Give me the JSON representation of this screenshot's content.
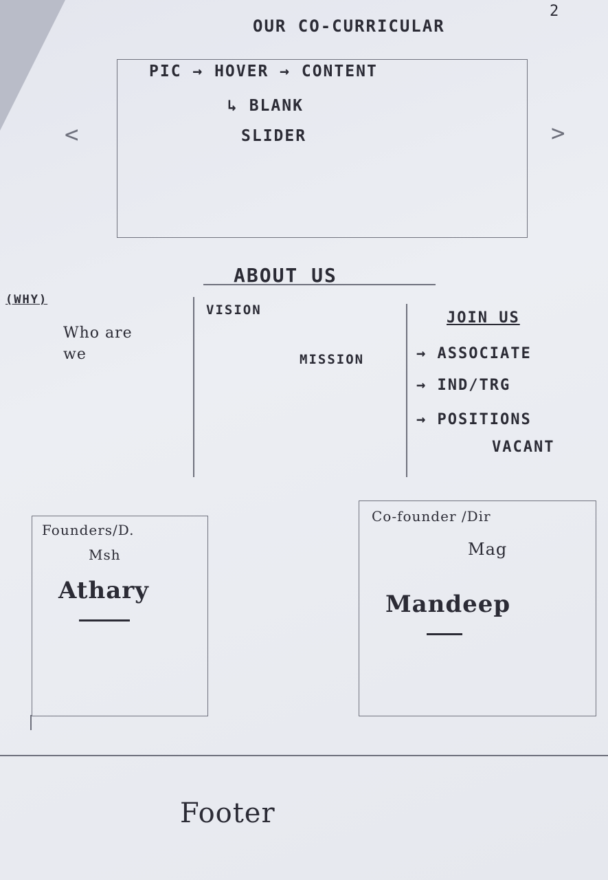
{
  "page_number": "2",
  "title": "OUR CO-CURRICULAR",
  "slider": {
    "line1": "PIC → HOVER → CONTENT",
    "line2": "↳ BLANK",
    "line3": "SLIDER",
    "prev_icon": "<",
    "next_icon": ">"
  },
  "about": {
    "heading": "ABOUT US",
    "why_label": "(WHY)",
    "who_text": "Who are we",
    "vision_label": "VISION",
    "mission_label": "MISSION",
    "join": {
      "title": "JOIN US",
      "items": [
        "→ ASSOCIATE",
        "→ IND/TRG",
        "→ POSITIONS",
        "VACANT"
      ]
    }
  },
  "founders": [
    {
      "role_line1": "Founders/D.",
      "role_line2": "Msh",
      "name": "Athary"
    },
    {
      "role_line1": "Co-founder /Dir",
      "role_line2": "Mag",
      "name": "Mandeep"
    }
  ],
  "footer": "Footer"
}
